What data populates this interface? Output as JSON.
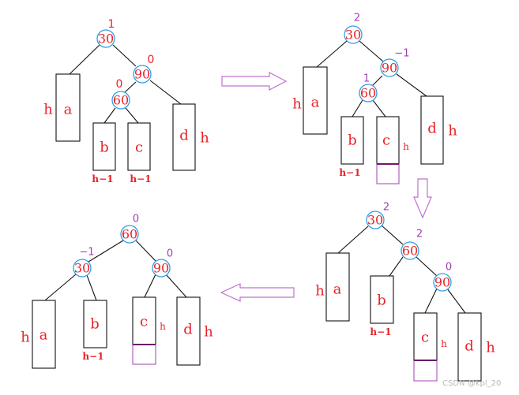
{
  "watermark": "CSDN @kpl_20",
  "panels": [
    {
      "id": "p1",
      "balance_style": "red",
      "nodes": [
        {
          "key": "n30",
          "label": "30",
          "balance": "1"
        },
        {
          "key": "n90",
          "label": "90",
          "balance": "0"
        },
        {
          "key": "n60",
          "label": "60",
          "balance": "0"
        }
      ],
      "subtrees": [
        {
          "key": "a",
          "label": "a",
          "height": "h"
        },
        {
          "key": "b",
          "label": "b",
          "height": "h−1"
        },
        {
          "key": "c",
          "label": "c",
          "height": "h−1"
        },
        {
          "key": "d",
          "label": "d",
          "height": "h"
        }
      ]
    },
    {
      "id": "p2",
      "balance_style": "purple",
      "nodes": [
        {
          "key": "n30",
          "label": "30",
          "balance": "2"
        },
        {
          "key": "n90",
          "label": "90",
          "balance": "−1"
        },
        {
          "key": "n60",
          "label": "60",
          "balance": "1"
        }
      ],
      "subtrees": [
        {
          "key": "a",
          "label": "a",
          "height": "h"
        },
        {
          "key": "b",
          "label": "b",
          "height": "h−1"
        },
        {
          "key": "c",
          "label": "c",
          "height": "h"
        },
        {
          "key": "d",
          "label": "d",
          "height": "h"
        }
      ]
    },
    {
      "id": "p3",
      "balance_style": "purple",
      "nodes": [
        {
          "key": "n30",
          "label": "30",
          "balance": "2"
        },
        {
          "key": "n60",
          "label": "60",
          "balance": "2"
        },
        {
          "key": "n90",
          "label": "90",
          "balance": "0"
        }
      ],
      "subtrees": [
        {
          "key": "a",
          "label": "a",
          "height": "h"
        },
        {
          "key": "b",
          "label": "b",
          "height": "h−1"
        },
        {
          "key": "c",
          "label": "c",
          "height": "h"
        },
        {
          "key": "d",
          "label": "d",
          "height": "h"
        }
      ]
    },
    {
      "id": "p4",
      "balance_style": "purple",
      "nodes": [
        {
          "key": "n60",
          "label": "60",
          "balance": "0"
        },
        {
          "key": "n30",
          "label": "30",
          "balance": "−1"
        },
        {
          "key": "n90",
          "label": "90",
          "balance": "0"
        }
      ],
      "subtrees": [
        {
          "key": "a",
          "label": "a",
          "height": "h"
        },
        {
          "key": "b",
          "label": "b",
          "height": "h−1"
        },
        {
          "key": "c",
          "label": "c",
          "height": "h"
        },
        {
          "key": "d",
          "label": "d",
          "height": "h"
        }
      ]
    }
  ]
}
